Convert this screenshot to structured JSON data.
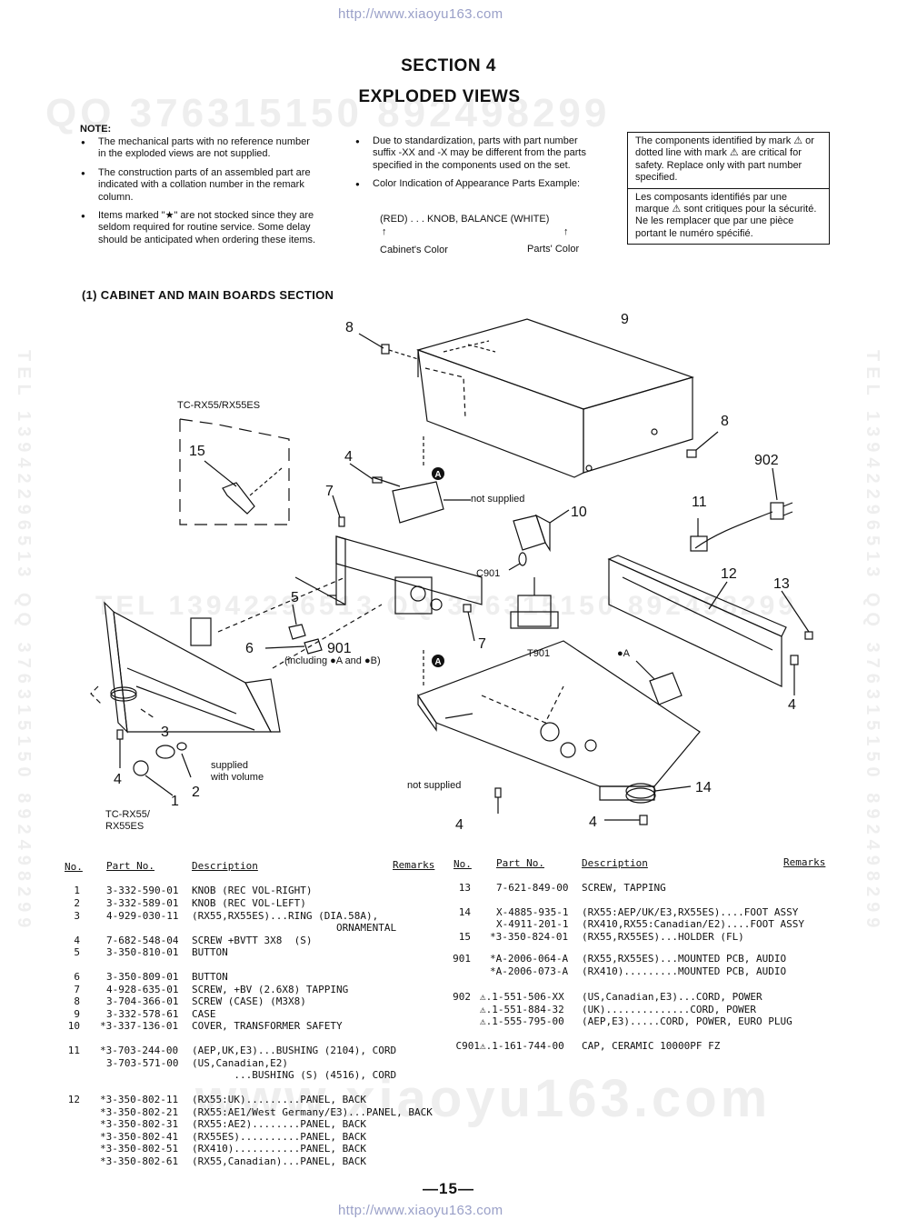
{
  "header_url": "http://www.xiaoyu163.com",
  "footer_url": "http://www.xiaoyu163.com",
  "watermark": {
    "qq": "QQ 376315150  892498299",
    "side_left": "TEL 13942296513  QQ 376315150  892498299",
    "side_right": "TEL 13942296513  QQ 376315150  892498299",
    "center": "TEL 13942296513  QQ 376315150  892498299",
    "bottom": "www.xiaoyu163.com"
  },
  "title": {
    "line1": "SECTION 4",
    "line2": "EXPLODED VIEWS"
  },
  "note": {
    "head": "NOTE:",
    "col1": [
      "The mechanical parts with no reference number in the exploded views are not supplied.",
      "The construction parts of an assembled part are indicated with a collation number in the remark column.",
      "Items marked \"★\" are not stocked since they are seldom required for routine service. Some delay should be anticipated when ordering these items."
    ],
    "col2": [
      "Due to standardization, parts with part number suffix -XX and -X may be different from the parts specified in the components used on the set.",
      "Color Indication of Appearance Parts Example:"
    ],
    "example_line": "(RED) . . . KNOB, BALANCE (WHITE)",
    "arrow": "↑",
    "cabinet_color": "Cabinet's Color",
    "parts_color": "Parts' Color"
  },
  "safety_box": {
    "en": "The components identified by mark ⚠ or dotted line with mark ⚠ are critical for safety. Replace only with part number specified.",
    "fr": "Les composants identifiés par une marque ⚠ sont critiques pour la sécurité. Ne les remplacer que par une pièce portant le numéro spécifié."
  },
  "subsection": "(1)  CABINET AND MAIN BOARDS SECTION",
  "diagram": {
    "inset_label": "TC-RX55/RX55ES",
    "bottom_label": "TC-RX55/\nRX55ES",
    "not_supplied_1": "not supplied",
    "not_supplied_2": "not supplied",
    "supplied_with_volume": "supplied\nwith volume",
    "including": "(including ●A and ●B)",
    "c901": "C901",
    "t901": "T901",
    "ref_a": "●A",
    "callouts": [
      "1",
      "2",
      "3",
      "4",
      "4",
      "4",
      "4",
      "5",
      "6",
      "7",
      "7",
      "8",
      "8",
      "9",
      "10",
      "11",
      "12",
      "13",
      "14",
      "15",
      "901",
      "902"
    ]
  },
  "table_headers": {
    "no": "No.",
    "part_no": "Part No.",
    "description": "Description",
    "remarks": "Remarks"
  },
  "parts_left": [
    {
      "no": "1",
      "part": "3-332-590-01",
      "desc": "KNOB (REC VOL-RIGHT)"
    },
    {
      "no": "2",
      "part": "3-332-589-01",
      "desc": "KNOB (REC VOL-LEFT)"
    },
    {
      "no": "3",
      "part": "4-929-030-11",
      "desc": "(RX55,RX55ES)...RING (DIA.58A),"
    },
    {
      "no": "",
      "part": "",
      "desc": "                        ORNAMENTAL"
    },
    {
      "no": "4",
      "part": "7-682-548-04",
      "desc": "SCREW +BVTT 3X8  (S)"
    },
    {
      "no": "5",
      "part": "3-350-810-01",
      "desc": "BUTTON"
    },
    {
      "no": "6",
      "part": "3-350-809-01",
      "desc": "BUTTON"
    },
    {
      "no": "7",
      "part": "4-928-635-01",
      "desc": "SCREW, +BV (2.6X8) TAPPING"
    },
    {
      "no": "8",
      "part": "3-704-366-01",
      "desc": "SCREW (CASE) (M3X8)"
    },
    {
      "no": "9",
      "part": "3-332-578-61",
      "desc": "CASE"
    },
    {
      "no": "10",
      "part": "*3-337-136-01",
      "desc": "COVER, TRANSFORMER SAFETY"
    },
    {
      "no": "11",
      "part": "*3-703-244-00",
      "desc": "(AEP,UK,E3)...BUSHING (2104), CORD"
    },
    {
      "no": "",
      "part": "3-703-571-00",
      "desc": "(US,Canadian,E2)"
    },
    {
      "no": "",
      "part": "",
      "desc": "       ...BUSHING (S) (4516), CORD"
    },
    {
      "no": "12",
      "part": "*3-350-802-11",
      "desc": "(RX55:UK).........PANEL, BACK"
    },
    {
      "no": "",
      "part": "*3-350-802-21",
      "desc": "(RX55:AE1/West Germany/E3)...PANEL, BACK"
    },
    {
      "no": "",
      "part": "*3-350-802-31",
      "desc": "(RX55:AE2)........PANEL, BACK"
    },
    {
      "no": "",
      "part": "*3-350-802-41",
      "desc": "(RX55ES)..........PANEL, BACK"
    },
    {
      "no": "",
      "part": "*3-350-802-51",
      "desc": "(RX410)...........PANEL, BACK"
    },
    {
      "no": "",
      "part": "*3-350-802-61",
      "desc": "(RX55,Canadian)...PANEL, BACK"
    }
  ],
  "parts_right": [
    {
      "no": "13",
      "part": "7-621-849-00",
      "desc": "SCREW, TAPPING"
    },
    {
      "no": "14",
      "part": "X-4885-935-1",
      "desc": "(RX55:AEP/UK/E3,RX55ES)....FOOT ASSY"
    },
    {
      "no": "",
      "part": "X-4911-201-1",
      "desc": "(RX410,RX55:Canadian/E2)....FOOT ASSY"
    },
    {
      "no": "15",
      "part": "*3-350-824-01",
      "desc": "(RX55,RX55ES)...HOLDER (FL)"
    },
    {
      "no": "901",
      "part": "*A-2006-064-A",
      "desc": "(RX55,RX55ES)...MOUNTED PCB, AUDIO"
    },
    {
      "no": "",
      "part": "*A-2006-073-A",
      "desc": "(RX410).........MOUNTED PCB, AUDIO"
    },
    {
      "no": "902",
      "part": "⚠.1-551-506-XX",
      "desc": "(US,Canadian,E3)...CORD, POWER"
    },
    {
      "no": "",
      "part": "⚠.1-551-884-32",
      "desc": "(UK)..............CORD, POWER"
    },
    {
      "no": "",
      "part": "⚠.1-555-795-00",
      "desc": "(AEP,E3).....CORD, POWER, EURO PLUG"
    },
    {
      "no": "C901",
      "part": "⚠.1-161-744-00",
      "desc": "CAP, CERAMIC 10000PF FZ"
    }
  ],
  "page_number": "—15—"
}
